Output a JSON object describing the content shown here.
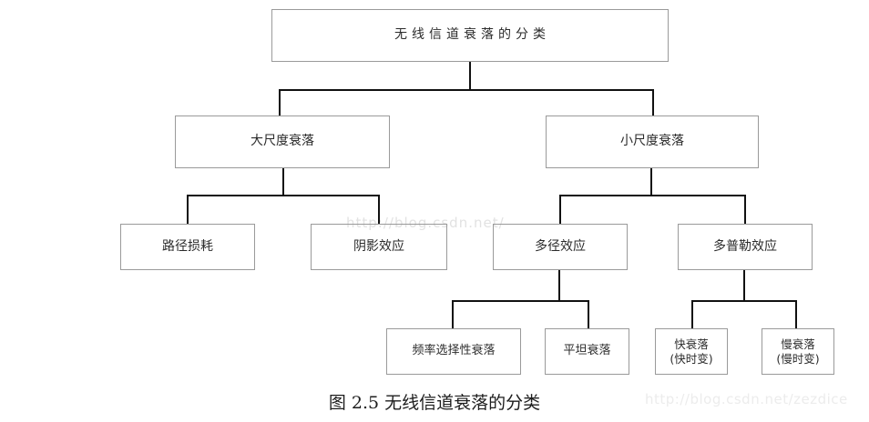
{
  "diagram": {
    "title_node": {
      "label": "无线信道衰落的分类"
    },
    "level2": [
      {
        "label": "大尺度衰落"
      },
      {
        "label": "小尺度衰落"
      }
    ],
    "level3": [
      {
        "label": "路径损耗"
      },
      {
        "label": "阴影效应"
      },
      {
        "label": "多径效应"
      },
      {
        "label": "多普勒效应"
      }
    ],
    "level4": [
      {
        "label": "频率选择性衰落"
      },
      {
        "label": "平坦衰落"
      },
      {
        "label": "快衰落\n(快时变)"
      },
      {
        "label": "慢衰落\n(慢时变)"
      }
    ]
  },
  "caption": {
    "text": "图 2.5 无线信道衰落的分类"
  },
  "watermarks": {
    "center": "http://blog.csdn.net/",
    "corner": "http://blog.csdn.net/zezdice"
  },
  "colors": {
    "box_border": "#9a9a9a",
    "connector": "#111111",
    "text": "#2b2b2b",
    "background": "#ffffff",
    "watermark": "#e2e2e2"
  }
}
